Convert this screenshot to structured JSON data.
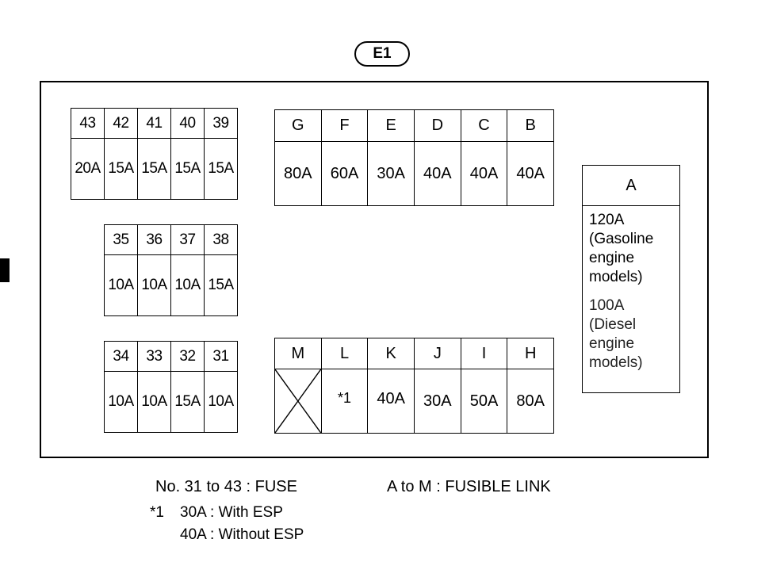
{
  "connector": {
    "label": "E1"
  },
  "fuse_blocks": [
    {
      "labels": [
        "43",
        "42",
        "41",
        "40",
        "39"
      ],
      "ratings": [
        "20A",
        "15A",
        "15A",
        "15A",
        "15A"
      ]
    },
    {
      "labels": [
        "35",
        "36",
        "37",
        "38"
      ],
      "ratings": [
        "10A",
        "10A",
        "10A",
        "15A"
      ]
    },
    {
      "labels": [
        "34",
        "33",
        "32",
        "31"
      ],
      "ratings": [
        "10A",
        "10A",
        "15A",
        "10A"
      ]
    }
  ],
  "link_blocks": [
    {
      "labels": [
        "G",
        "F",
        "E",
        "D",
        "C",
        "B"
      ],
      "ratings": [
        "80A",
        "60A",
        "30A",
        "40A",
        "40A",
        "40A"
      ]
    },
    {
      "labels": [
        "M",
        "L",
        "K",
        "J",
        "I",
        "H"
      ],
      "ratings": [
        "",
        "*1",
        "40A",
        "30A",
        "50A",
        "80A"
      ]
    }
  ],
  "link_a": {
    "label": "A",
    "lines_gasoline": [
      "120A",
      "(Gasoline",
      "engine",
      "models)"
    ],
    "lines_diesel": [
      "100A",
      "(Diesel",
      "engine",
      "models)"
    ]
  },
  "legend": {
    "fuse_text": "No. 31 to 43 : FUSE",
    "link_text": "A to M : FUSIBLE LINK"
  },
  "footnote": {
    "marker": "*1",
    "line1": "30A : With ESP",
    "line2": "40A : Without ESP"
  }
}
